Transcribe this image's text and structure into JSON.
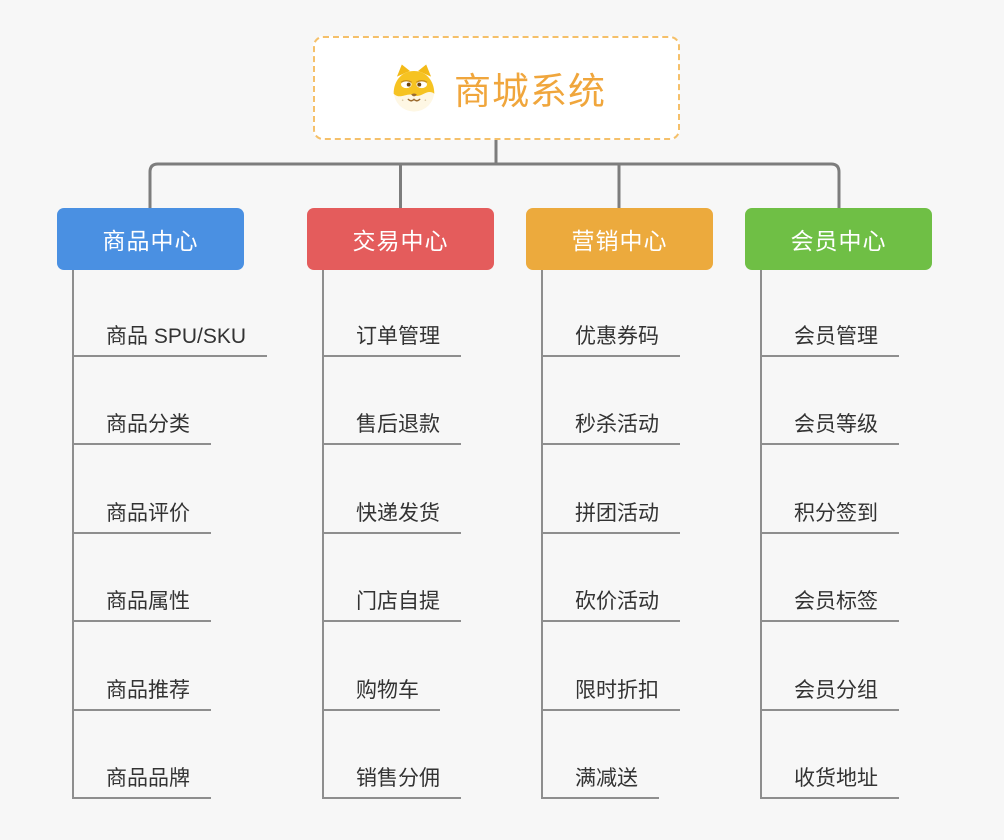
{
  "page": {
    "background": "#f7f7f7",
    "connector_color": "#7d7d7d",
    "child_line_color": "#8e8e8e",
    "child_text_color": "#333333"
  },
  "root": {
    "label": "商城系统",
    "icon": "dog-icon",
    "text_color": "#f0a63c",
    "border_color": "#f5c06a",
    "background": "#ffffff"
  },
  "branches": [
    {
      "label": "商品中心",
      "color": "#4a90e2",
      "children": [
        "商品 SPU/SKU",
        "商品分类",
        "商品评价",
        "商品属性",
        "商品推荐",
        "商品品牌"
      ]
    },
    {
      "label": "交易中心",
      "color": "#e45c5c",
      "children": [
        "订单管理",
        "售后退款",
        "快递发货",
        "门店自提",
        "购物车",
        "销售分佣"
      ]
    },
    {
      "label": "营销中心",
      "color": "#ecaa3d",
      "children": [
        "优惠券码",
        "秒杀活动",
        "拼团活动",
        "砍价活动",
        "限时折扣",
        "满减送"
      ]
    },
    {
      "label": "会员中心",
      "color": "#6fbf45",
      "children": [
        "会员管理",
        "会员等级",
        "积分签到",
        "会员标签",
        "会员分组",
        "收货地址"
      ]
    }
  ]
}
